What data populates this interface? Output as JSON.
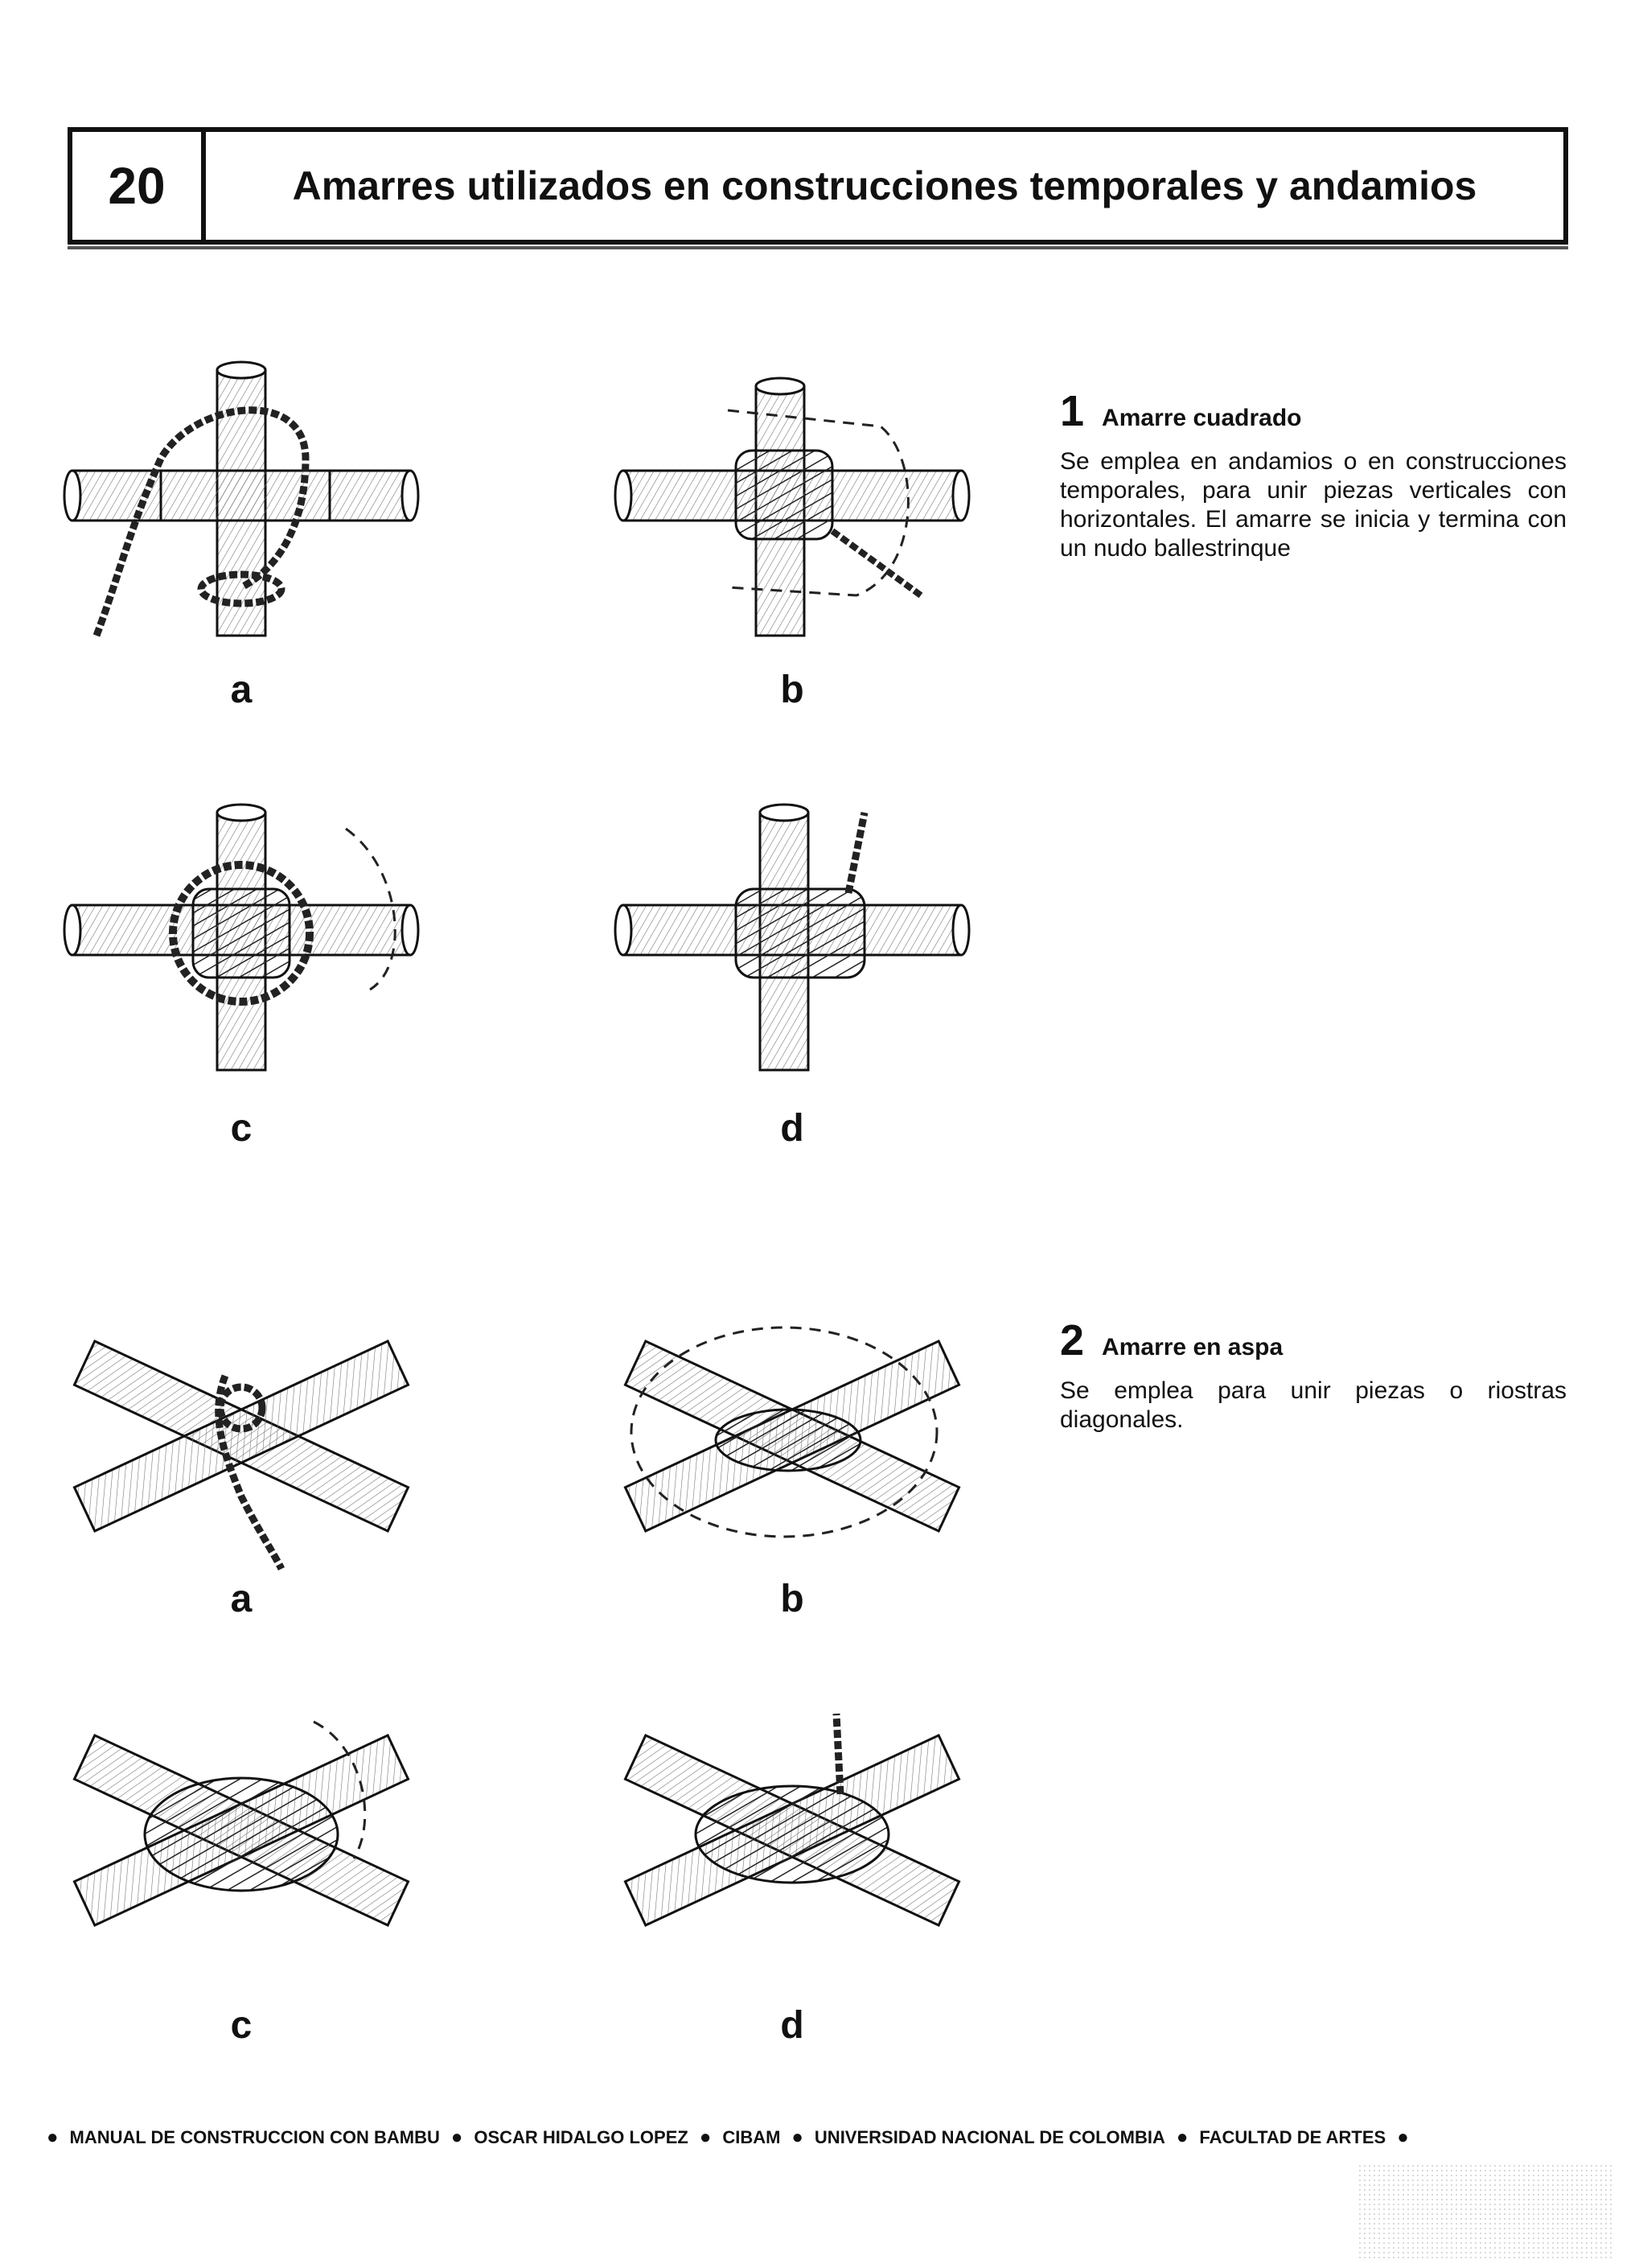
{
  "header": {
    "number": "20",
    "title": "Amarres utilizados en construcciones temporales y andamios"
  },
  "sections": [
    {
      "number": "1",
      "title": "Amarre cuadrado",
      "body": "Se emplea en andamios o en construcciones temporales, para unir piezas verticales con horizontales. El amarre se inicia y termina con un nudo ballestrinque",
      "figures": [
        {
          "label": "a",
          "icon": "square-lashing-step-a-illustration"
        },
        {
          "label": "b",
          "icon": "square-lashing-step-b-illustration"
        },
        {
          "label": "c",
          "icon": "square-lashing-step-c-illustration"
        },
        {
          "label": "d",
          "icon": "square-lashing-step-d-illustration"
        }
      ]
    },
    {
      "number": "2",
      "title": "Amarre en aspa",
      "body": "Se emplea para unir piezas o riostras diagonales.",
      "figures": [
        {
          "label": "a",
          "icon": "diagonal-lashing-step-a-illustration"
        },
        {
          "label": "b",
          "icon": "diagonal-lashing-step-b-illustration"
        },
        {
          "label": "c",
          "icon": "diagonal-lashing-step-c-illustration"
        },
        {
          "label": "d",
          "icon": "diagonal-lashing-step-d-illustration"
        }
      ]
    }
  ],
  "footer": {
    "items": [
      "MANUAL DE CONSTRUCCION CON BAMBU",
      "OSCAR HIDALGO LOPEZ",
      "CIBAM",
      "UNIVERSIDAD NACIONAL DE COLOMBIA",
      "FACULTAD DE ARTES"
    ]
  }
}
